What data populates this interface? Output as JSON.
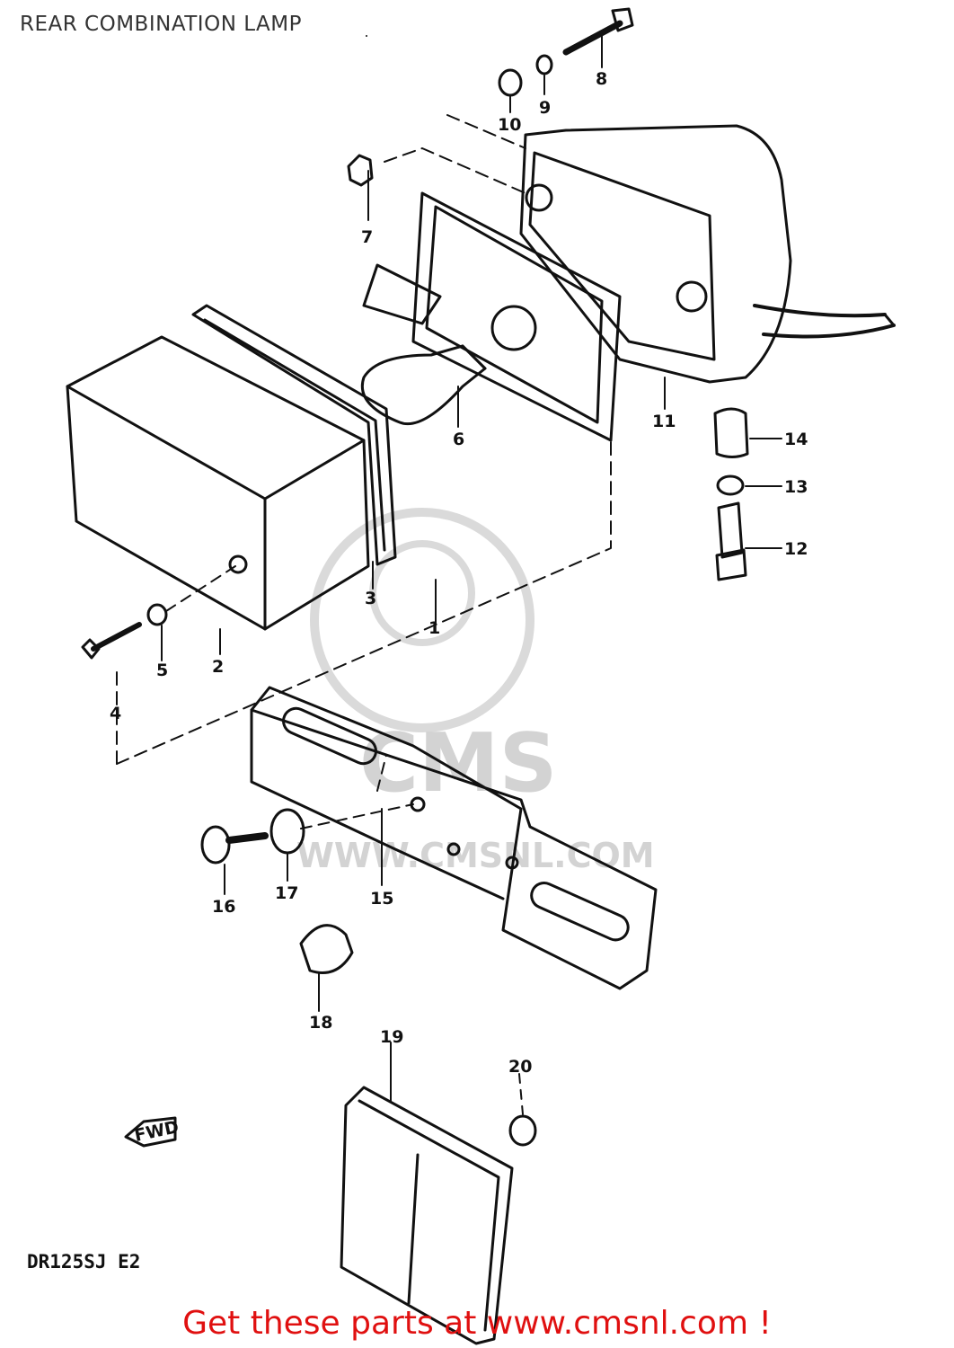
{
  "page": {
    "title": "REAR COMBINATION LAMP",
    "model_code": "DR125SJ  E2",
    "footer_link": "Get these parts at www.cmsnl.com !",
    "fwd_label": "FWD",
    "watermark": {
      "brand": "CMS",
      "url": "WWW.CMSNL.COM"
    }
  },
  "callouts": [
    {
      "id": "1",
      "label": "1"
    },
    {
      "id": "2",
      "label": "2"
    },
    {
      "id": "3",
      "label": "3"
    },
    {
      "id": "4",
      "label": "4"
    },
    {
      "id": "5",
      "label": "5"
    },
    {
      "id": "6",
      "label": "6"
    },
    {
      "id": "7",
      "label": "7"
    },
    {
      "id": "8",
      "label": "8"
    },
    {
      "id": "9",
      "label": "9"
    },
    {
      "id": "10",
      "label": "10"
    },
    {
      "id": "11",
      "label": "11"
    },
    {
      "id": "12",
      "label": "12"
    },
    {
      "id": "13",
      "label": "13"
    },
    {
      "id": "14",
      "label": "14"
    },
    {
      "id": "15",
      "label": "15"
    },
    {
      "id": "16",
      "label": "16"
    },
    {
      "id": "17",
      "label": "17"
    },
    {
      "id": "18",
      "label": "18"
    },
    {
      "id": "19",
      "label": "19"
    },
    {
      "id": "20",
      "label": "20"
    }
  ],
  "colors": {
    "line": "#111111",
    "link": "#e01010",
    "title": "#333333",
    "watermark": "#cfcfcf"
  }
}
